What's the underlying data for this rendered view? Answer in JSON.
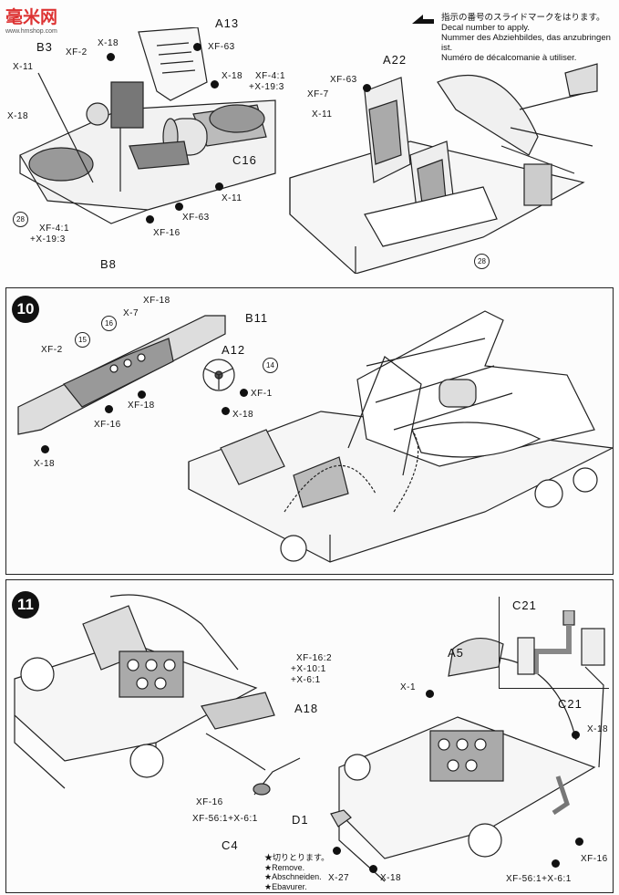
{
  "watermark": {
    "brand": "毫米网",
    "url": "www.hmshop.com"
  },
  "decal_note": {
    "lines": [
      "指示の番号のスライドマークをはります。",
      "Decal number to apply.",
      "Nummer des Abziehbildes, das anzubringen ist.",
      "Numéro de décalcomanie à utiliser."
    ]
  },
  "step9": {
    "labels": {
      "a13": "A13",
      "xf63a": "XF-63",
      "b3": "B3",
      "x18a": "X-18",
      "xf2": "XF-2",
      "x11a": "X-11",
      "x18b": "X-18",
      "x18c": "X-18",
      "xf41a": "XF-4:1",
      "x193a": "+X-19:3",
      "c16": "C16",
      "x11b": "X-11",
      "xf63b": "XF-63",
      "xf16": "XF-16",
      "xf41b": "XF-4:1",
      "x193b": "+X-19:3",
      "b8": "B8",
      "a22": "A22",
      "xf63c": "XF-63",
      "xf7": "XF-7",
      "x11c": "X-11",
      "decal28a": "28",
      "decal28b": "28"
    }
  },
  "step10": {
    "number": "10",
    "labels": {
      "xf18a": "XF-18",
      "x7": "X-7",
      "b11": "B11",
      "d16": "16",
      "d15": "15",
      "xf2": "XF-2",
      "a12": "A12",
      "d14": "14",
      "xf18b": "XF-18",
      "xf1": "XF-1",
      "xf16": "XF-16",
      "x18a": "X-18",
      "x18b": "X-18"
    }
  },
  "step11": {
    "number": "11",
    "labels": {
      "c21a": "C21",
      "a5": "A5",
      "xf162": "XF-16:2",
      "x101": "+X-10:1",
      "x61a": "+X-6:1",
      "x1": "X-1",
      "c21b": "C21",
      "x18a": "X-18",
      "a18": "A18",
      "xf16a": "XF-16",
      "xf56a": "XF-56:1+X-6:1",
      "c4": "C4",
      "d1": "D1",
      "x27": "X-27",
      "x18b": "X-18",
      "xf16b": "XF-16",
      "xf56b": "XF-56:1+X-6:1"
    },
    "remove_note": [
      "★切りとります。",
      "★Remove.",
      "★Abschneiden.",
      "★Ebavurer."
    ]
  }
}
